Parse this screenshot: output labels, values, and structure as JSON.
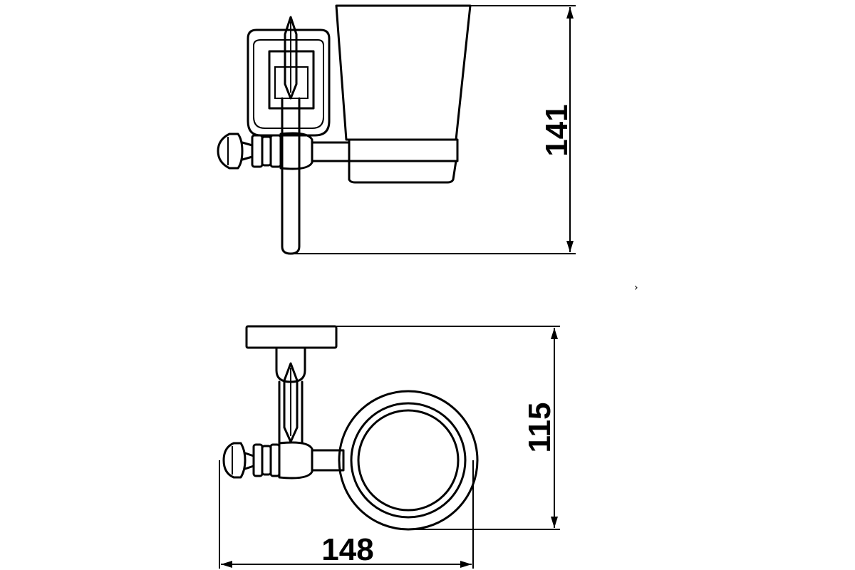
{
  "dimensions": {
    "height_side_view": "141",
    "depth_top_view": "115",
    "width_top_view": "148"
  },
  "stray_mark": "›"
}
